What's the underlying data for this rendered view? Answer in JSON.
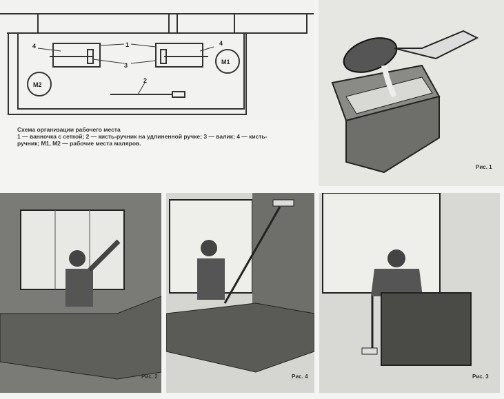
{
  "scheme": {
    "title": "Схема организации рабочего места",
    "legend_line1": "1 — ванночка с сеткой;  2 — кисть-ручник на удлиненной ручке;  3 — валик;  4 — кисть-",
    "legend_line2": "ручник;  М1, М2 — рабочие места маляров.",
    "labels": {
      "n1": "1",
      "n2": "2",
      "n3": "3",
      "n4a": "4",
      "n4b": "4",
      "m1": "М1",
      "m2": "М2"
    }
  },
  "figures": {
    "fig1": "Рис. 1",
    "fig2": "Рис. 2",
    "fig3": "Рис. 3",
    "fig4": "Рис. 4"
  }
}
